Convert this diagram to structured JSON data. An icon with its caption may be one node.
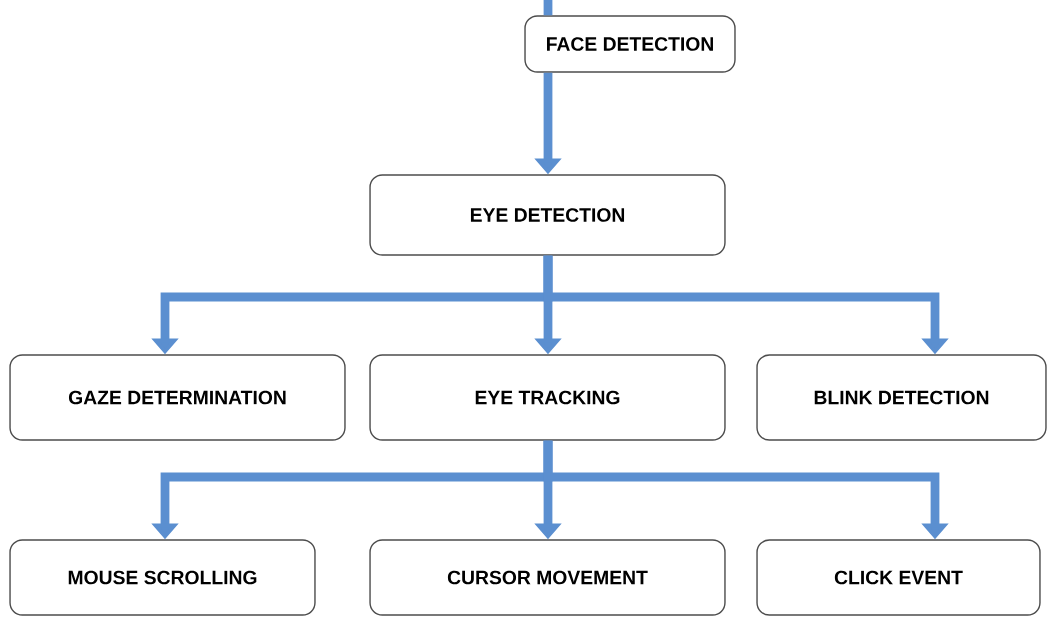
{
  "diagram": {
    "nodes": [
      {
        "text": [
          "FACE DETECTION"
        ]
      },
      {
        "text": [
          "EYE DETECTION"
        ]
      },
      {
        "text": [
          "GAZE DETERMINATION"
        ]
      },
      {
        "text": [
          "EYE TRACKING"
        ]
      },
      {
        "text": [
          "BLINK DETECTION"
        ]
      },
      {
        "text": [
          "MOUSE SCROLLING"
        ]
      },
      {
        "text": [
          "CURSOR MOVEMENT"
        ]
      },
      {
        "text": [
          "CLICK EVENT"
        ]
      }
    ],
    "edges": [
      {
        "from": null,
        "to": 0,
        "arrow": "none"
      },
      {
        "from": 0,
        "to": 1,
        "arrow": "to"
      },
      {
        "from": 1,
        "to": 2,
        "arrow": "to"
      },
      {
        "from": 1,
        "to": 3,
        "arrow": "to"
      },
      {
        "from": 1,
        "to": 4,
        "arrow": "to"
      },
      {
        "from": 3,
        "to": 5,
        "arrow": "to"
      },
      {
        "from": 3,
        "to": 6,
        "arrow": "to"
      },
      {
        "from": 3,
        "to": 7,
        "arrow": "to"
      }
    ]
  }
}
